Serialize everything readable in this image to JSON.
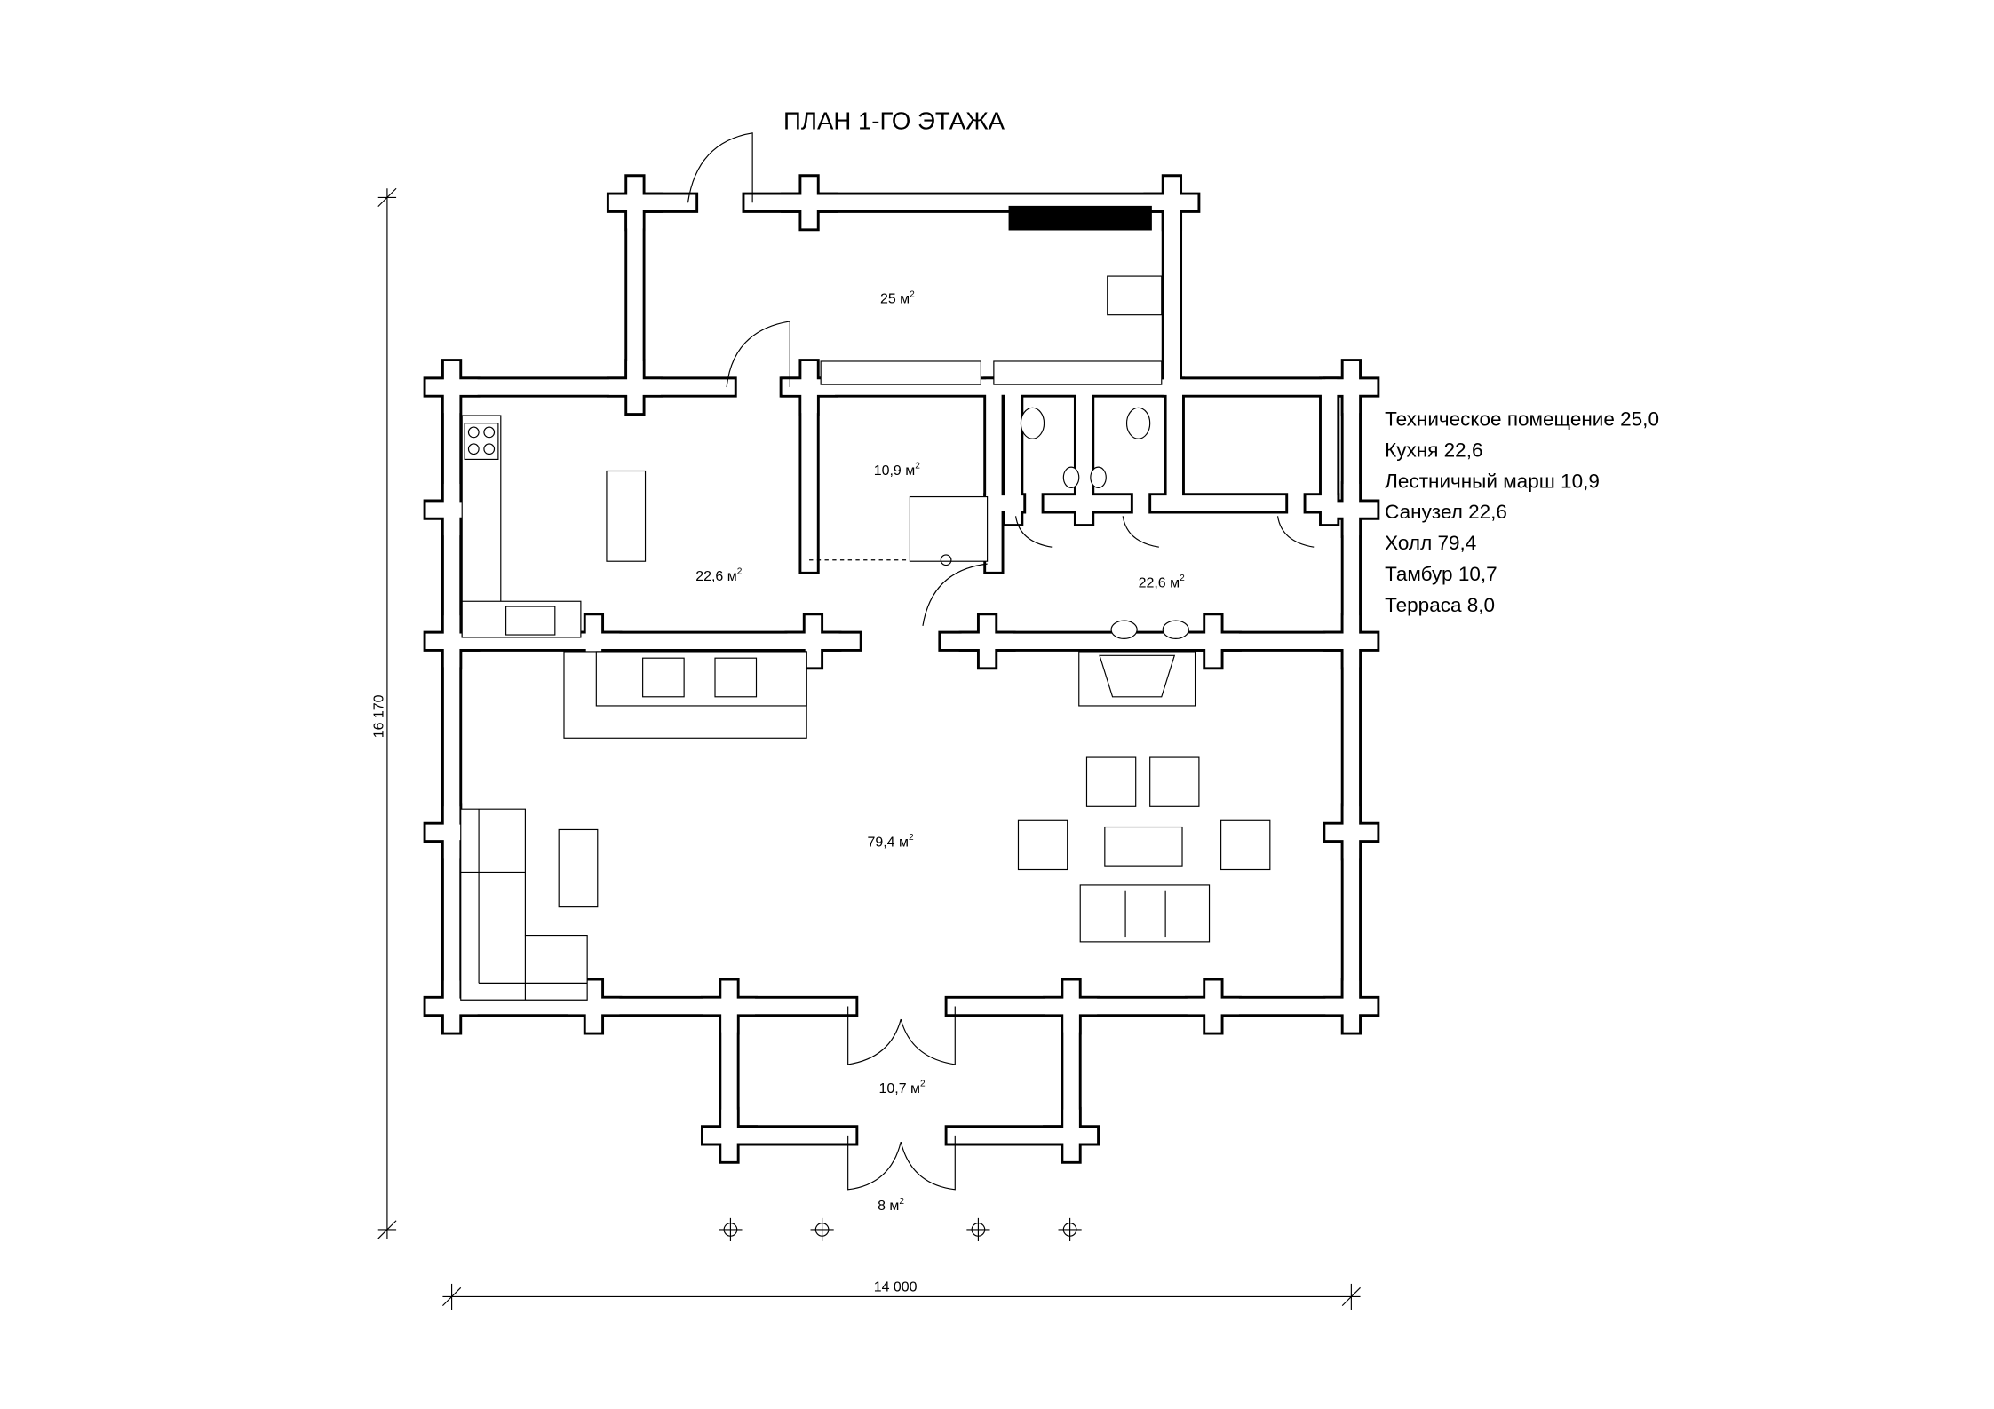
{
  "title": "ПЛАН 1-ГО ЭТАЖА",
  "rooms": [
    {
      "area": "25 м",
      "sup": "2"
    },
    {
      "area": "10,9 м",
      "sup": "2"
    },
    {
      "area": "22,6 м",
      "sup": "2"
    },
    {
      "area": "22,6 м",
      "sup": "2"
    },
    {
      "area": "79,4 м",
      "sup": "2"
    },
    {
      "area": "10,7 м",
      "sup": "2"
    },
    {
      "area": "8 м",
      "sup": "2"
    }
  ],
  "legend": [
    "Техническое помещение 25,0",
    "Кухня 22,6",
    "Лестничный марш 10,9",
    "Санузел 22,6",
    "Холл 79,4",
    "Тамбур 10,7",
    "Терраса 8,0"
  ],
  "dimensions": {
    "height": "16 170",
    "width": "14 000"
  }
}
